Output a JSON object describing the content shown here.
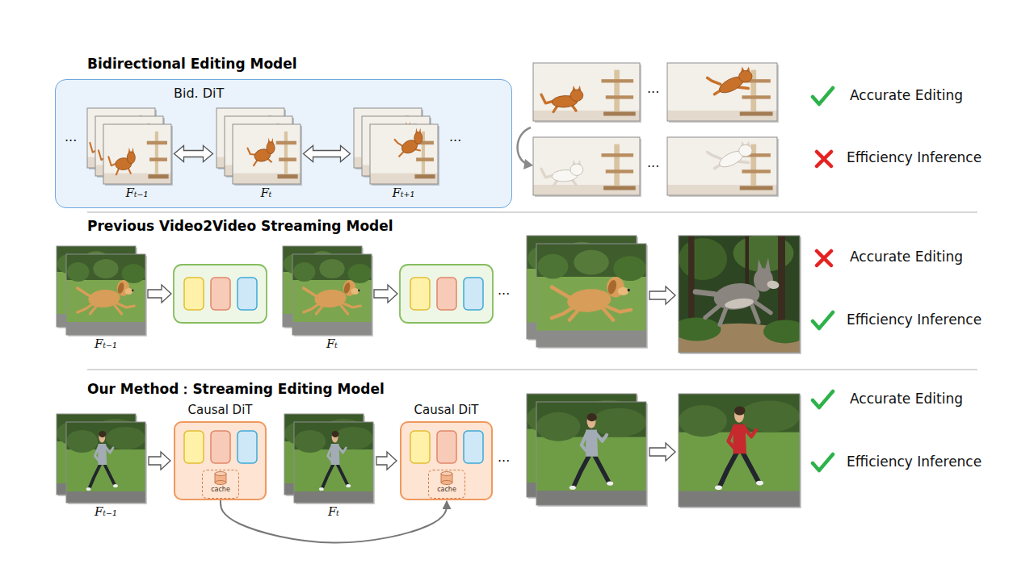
{
  "diagram": {
    "nodes": [
      {
        "text": [
          "Bid. DiT"
        ]
      },
      {
        "text": [
          "Fₜ₋₁"
        ],
        "in": 0
      },
      {
        "text": [
          "Fₜ"
        ],
        "in": 0
      },
      {
        "text": [
          "Fₜ₊₁"
        ],
        "in": 0
      },
      {
        "text": [
          "Fₜ₋₁"
        ]
      },
      {
        "text": [
          "Fₜ"
        ]
      },
      {
        "text": [
          "Fₜ₋₁"
        ]
      },
      {
        "text": [
          "Causal DiT"
        ]
      },
      {
        "text": [
          "cache"
        ],
        "in": 7
      },
      {
        "text": [
          "Fₜ"
        ]
      },
      {
        "text": [
          "Causal DiT"
        ]
      },
      {
        "text": [
          "cache"
        ],
        "in": 10
      }
    ],
    "edges": [
      {
        "from": 1,
        "to": 2,
        "arrow": "both"
      },
      {
        "from": 2,
        "to": 3,
        "arrow": "both"
      },
      {
        "from": 6,
        "to": 7,
        "arrow": "to"
      },
      {
        "from": 9,
        "to": 10,
        "arrow": "to"
      },
      {
        "from": 8,
        "to": 11,
        "arrow": "to"
      }
    ],
    "labels": [
      "Bidirectional Editing Model",
      "...",
      "...",
      "...",
      "...",
      "Accurate Editing",
      "Efficiency Inference",
      "Previous Video2Video Streaming Model",
      "...",
      "Accurate Editing",
      "Efficiency Inference",
      "Our Method：Streaming Editing Model",
      "...",
      "Accurate Editing",
      "Efficiency Inference"
    ]
  }
}
